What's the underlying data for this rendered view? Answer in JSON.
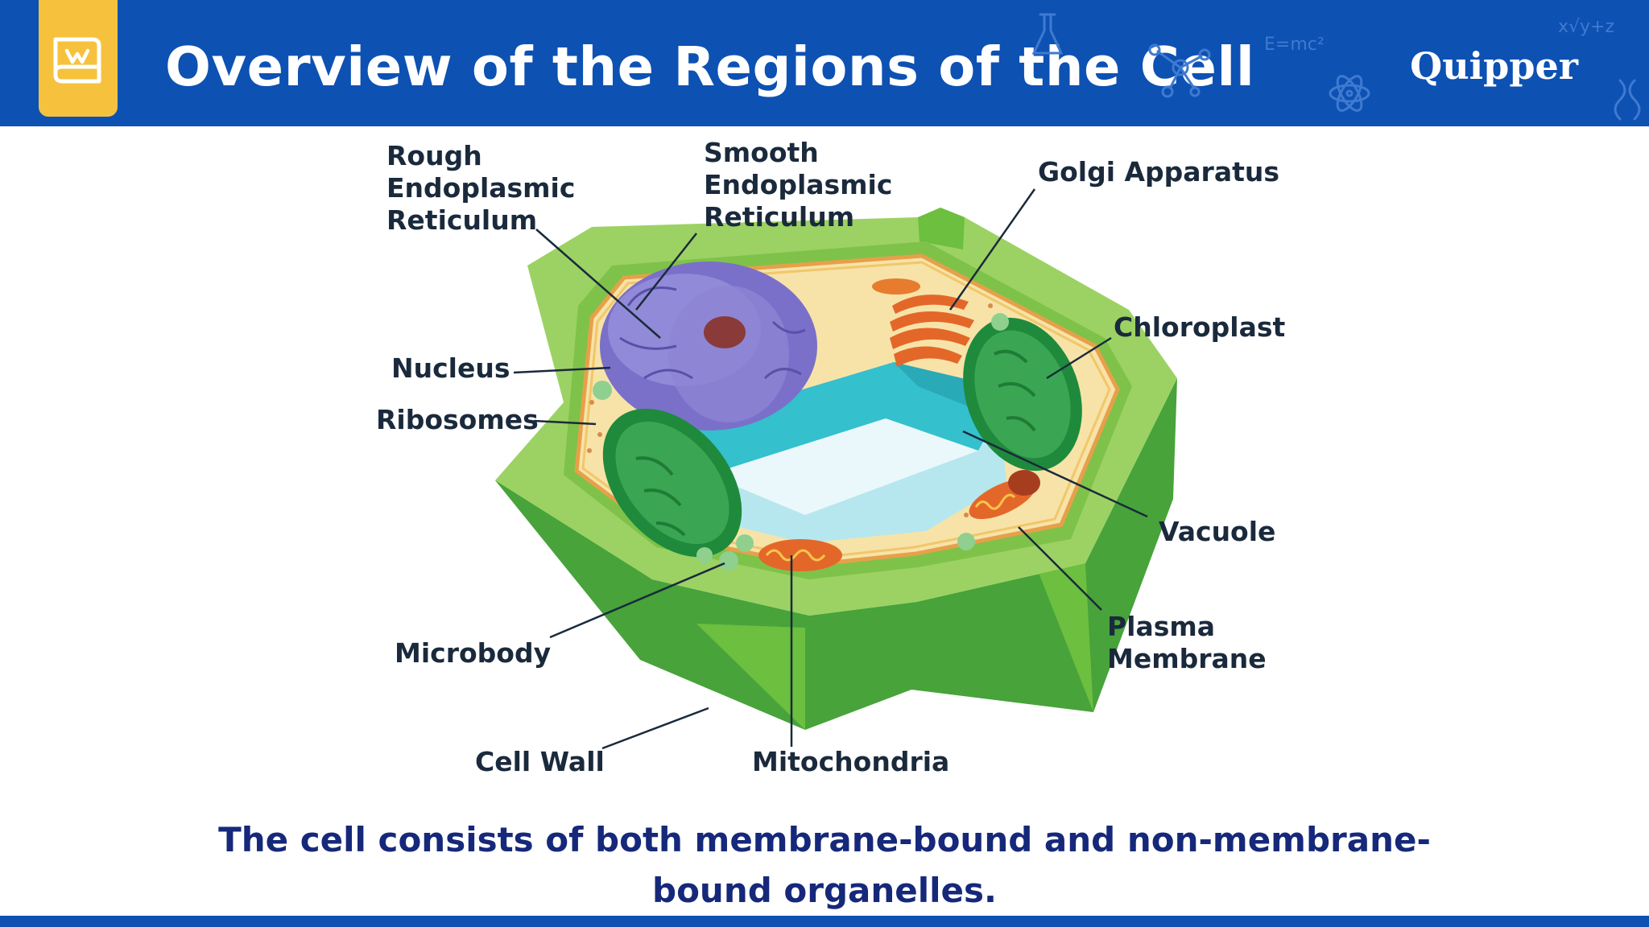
{
  "header": {
    "title": "Overview of the Regions of the Cell",
    "brand": "Quipper",
    "decor_formula": "E=mc²",
    "decor_math": "x√y+z"
  },
  "diagram": {
    "labels": {
      "rough_er": [
        "Rough",
        "Endoplasmic",
        "Reticulum"
      ],
      "smooth_er": [
        "Smooth",
        "Endoplasmic",
        "Reticulum"
      ],
      "golgi": "Golgi Apparatus",
      "chloroplast": "Chloroplast",
      "nucleus": "Nucleus",
      "ribosomes": "Ribosomes",
      "vacuole": "Vacuole",
      "plasma_membrane": [
        "Plasma",
        "Membrane"
      ],
      "microbody": "Microbody",
      "cell_wall": "Cell Wall",
      "mitochondria": "Mitochondria"
    }
  },
  "caption": "The cell consists of both membrane-bound and non-membrane-bound organelles.",
  "colors": {
    "header_blue": "#0d51b3",
    "accent_yellow": "#f6c23e",
    "caption_navy": "#16287a",
    "cell_wall_green": "#5fb83f",
    "nucleus_purple": "#7a70c9",
    "vacuole_cyan": "#34c0cc",
    "chloroplast_green": "#2f9a4a",
    "mitochondria_orange": "#e4672a"
  },
  "icons": [
    "book-icon",
    "flask-icon",
    "molecule-icon",
    "atom-icon",
    "dna-icon"
  ]
}
